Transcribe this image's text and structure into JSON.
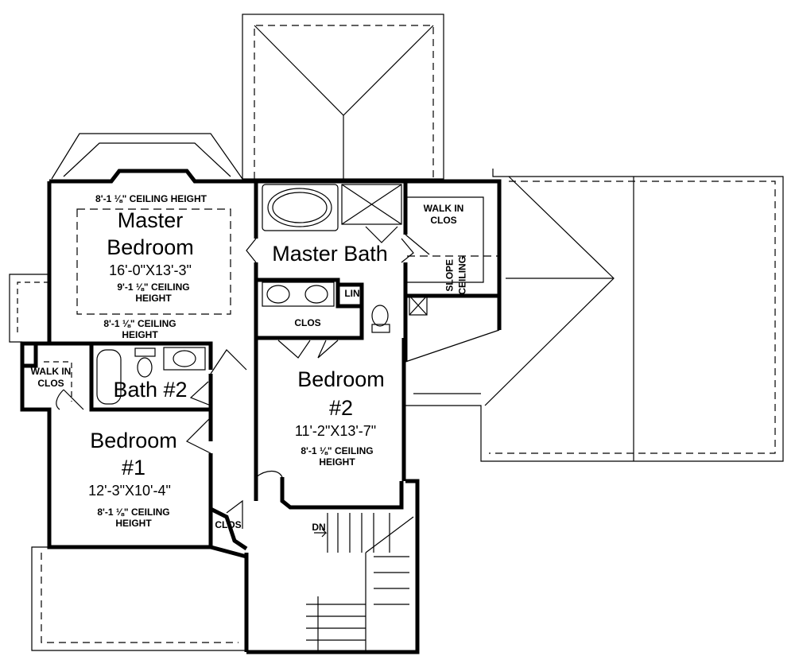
{
  "rooms": {
    "master_bedroom": {
      "name_line1": "Master",
      "name_line2": "Bedroom",
      "dimensions": "16'-0\"X13'-3\"",
      "ceiling_top": "8'-1 ⅛\" CEILING HEIGHT",
      "ceiling_center_1": "9'-1 ⅛\" CEILING",
      "ceiling_center_2": "HEIGHT",
      "ceiling_bottom_1": "8'-1 ⅛\" CEILING",
      "ceiling_bottom_2": "HEIGHT"
    },
    "master_bath": {
      "name": "Master Bath",
      "linen": "LIN",
      "closet": "CLOS"
    },
    "walk_in_right": {
      "line1": "WALK IN",
      "line2": "CLOS",
      "slope_1": "SLOPE",
      "slope_2": "CEILING"
    },
    "bedroom2": {
      "name_line1": "Bedroom",
      "name_line2": "#2",
      "dimensions": "11'-2\"X13'-7\"",
      "ceiling_1": "8'-1 ⅛\" CEILING",
      "ceiling_2": "HEIGHT"
    },
    "bath2": {
      "name": "Bath #2"
    },
    "walk_in_left": {
      "line1": "WALK IN",
      "line2": "CLOS"
    },
    "bedroom1": {
      "name_line1": "Bedroom",
      "name_line2": "#1",
      "dimensions": "12'-3\"X10'-4\"",
      "ceiling_1": "8'-1 ⅛\" CEILING",
      "ceiling_2": "HEIGHT",
      "closet": "CLOS"
    },
    "stairs": {
      "label": "DN"
    }
  }
}
